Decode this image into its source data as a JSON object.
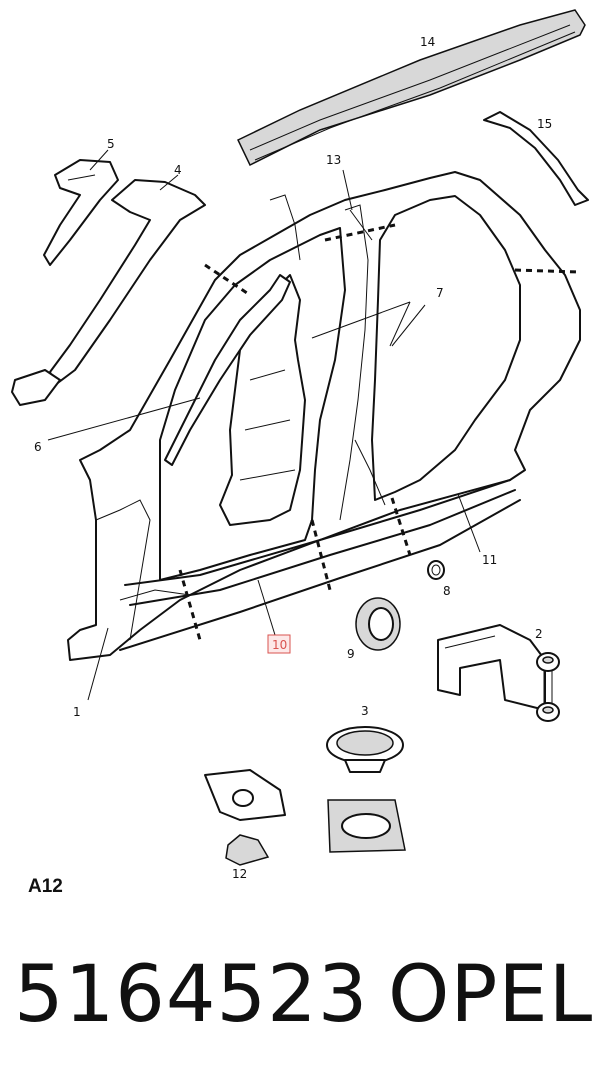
{
  "diagram": {
    "code": "A12",
    "callouts": {
      "c1": "1",
      "c2": "2",
      "c3": "3",
      "c4": "4",
      "c5": "5",
      "c6": "6",
      "c7": "7",
      "c8": "8",
      "c9": "9",
      "c10": "10",
      "c11": "11",
      "c12": "12",
      "c13": "13",
      "c14": "14",
      "c15": "15"
    },
    "highlighted_callout": "10"
  },
  "footer": {
    "part_number": "5164523",
    "brand": "OPEL"
  }
}
